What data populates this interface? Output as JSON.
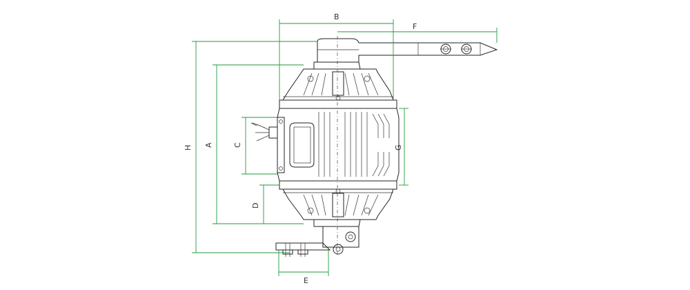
{
  "diagram": {
    "dimension_labels": {
      "B": "B",
      "F": "F",
      "H": "H",
      "A": "A",
      "C": "C",
      "G": "G",
      "D": "D",
      "E": "E"
    },
    "colors": {
      "dimension_lines": "#1f9a3a",
      "part_lines": "#222222",
      "background": "#ffffff"
    }
  }
}
